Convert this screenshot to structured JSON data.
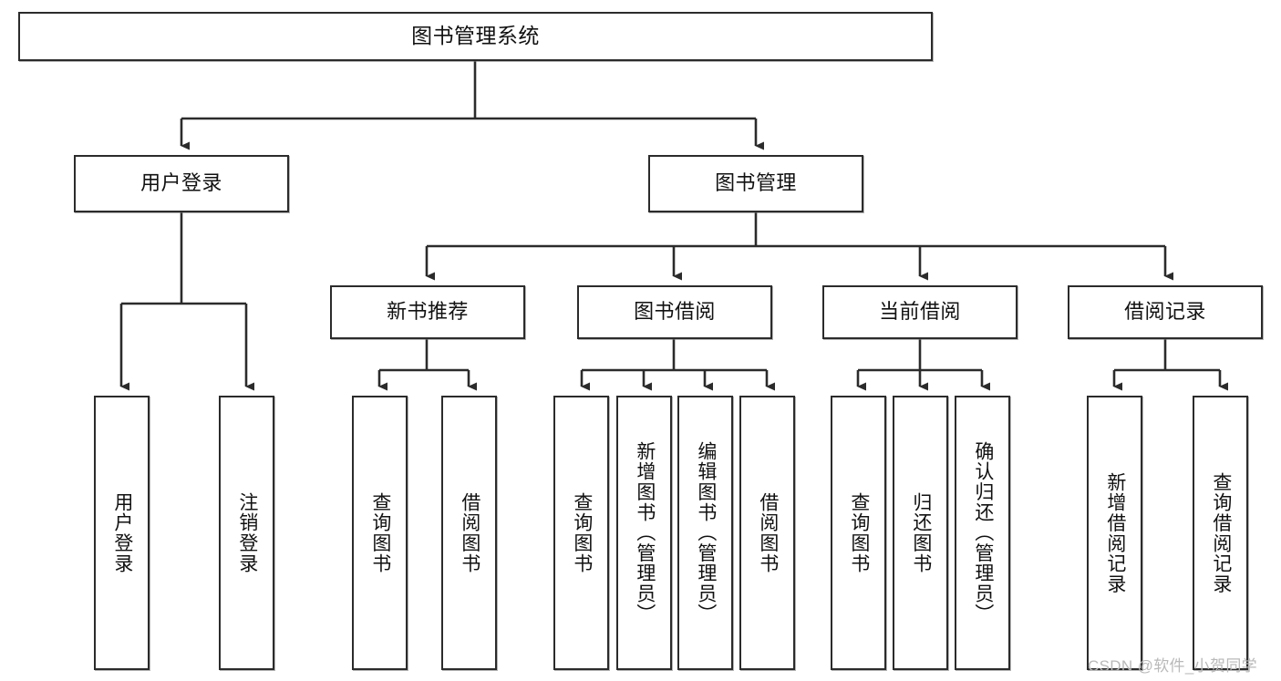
{
  "diagram": {
    "type": "tree-hierarchy",
    "title": "图书管理系统",
    "watermark": "CSDN @软件_小贺同学",
    "colors": {
      "box_border": "#2b2b2b",
      "box_fill": "#ffffff",
      "connector": "#2b2b2b",
      "text": "#111111",
      "watermark": "#b9b9b9",
      "background": "#ffffff"
    },
    "nodes": {
      "root": {
        "label": "图书管理系统"
      },
      "level2": [
        {
          "id": "user-login",
          "label": "用户登录"
        },
        {
          "id": "book-management",
          "label": "图书管理"
        }
      ],
      "level3": [
        {
          "id": "new-book-recommend",
          "label": "新书推荐"
        },
        {
          "id": "book-borrow",
          "label": "图书借阅"
        },
        {
          "id": "current-borrow",
          "label": "当前借阅"
        },
        {
          "id": "borrow-record",
          "label": "借阅记录"
        }
      ],
      "leaves": {
        "user-login": [
          {
            "id": "leaf-user-login",
            "label": "用户登录"
          },
          {
            "id": "leaf-logout",
            "label": "注销登录"
          }
        ],
        "new-book-recommend": [
          {
            "id": "leaf-query-book-1",
            "label": "查询图书"
          },
          {
            "id": "leaf-borrow-book-1",
            "label": "借阅图书"
          }
        ],
        "book-borrow": [
          {
            "id": "leaf-query-book-2",
            "label": "查询图书"
          },
          {
            "id": "leaf-add-book",
            "label": "新增图书（管理员）"
          },
          {
            "id": "leaf-edit-book",
            "label": "编辑图书（管理员）"
          },
          {
            "id": "leaf-borrow-book-2",
            "label": "借阅图书"
          }
        ],
        "current-borrow": [
          {
            "id": "leaf-query-book-3",
            "label": "查询图书"
          },
          {
            "id": "leaf-return-book",
            "label": "归还图书"
          },
          {
            "id": "leaf-confirm-return",
            "label": "确认归还（管理员）"
          }
        ],
        "borrow-record": [
          {
            "id": "leaf-add-record",
            "label": "新增借阅记录"
          },
          {
            "id": "leaf-query-record",
            "label": "查询借阅记录"
          }
        ]
      }
    }
  }
}
